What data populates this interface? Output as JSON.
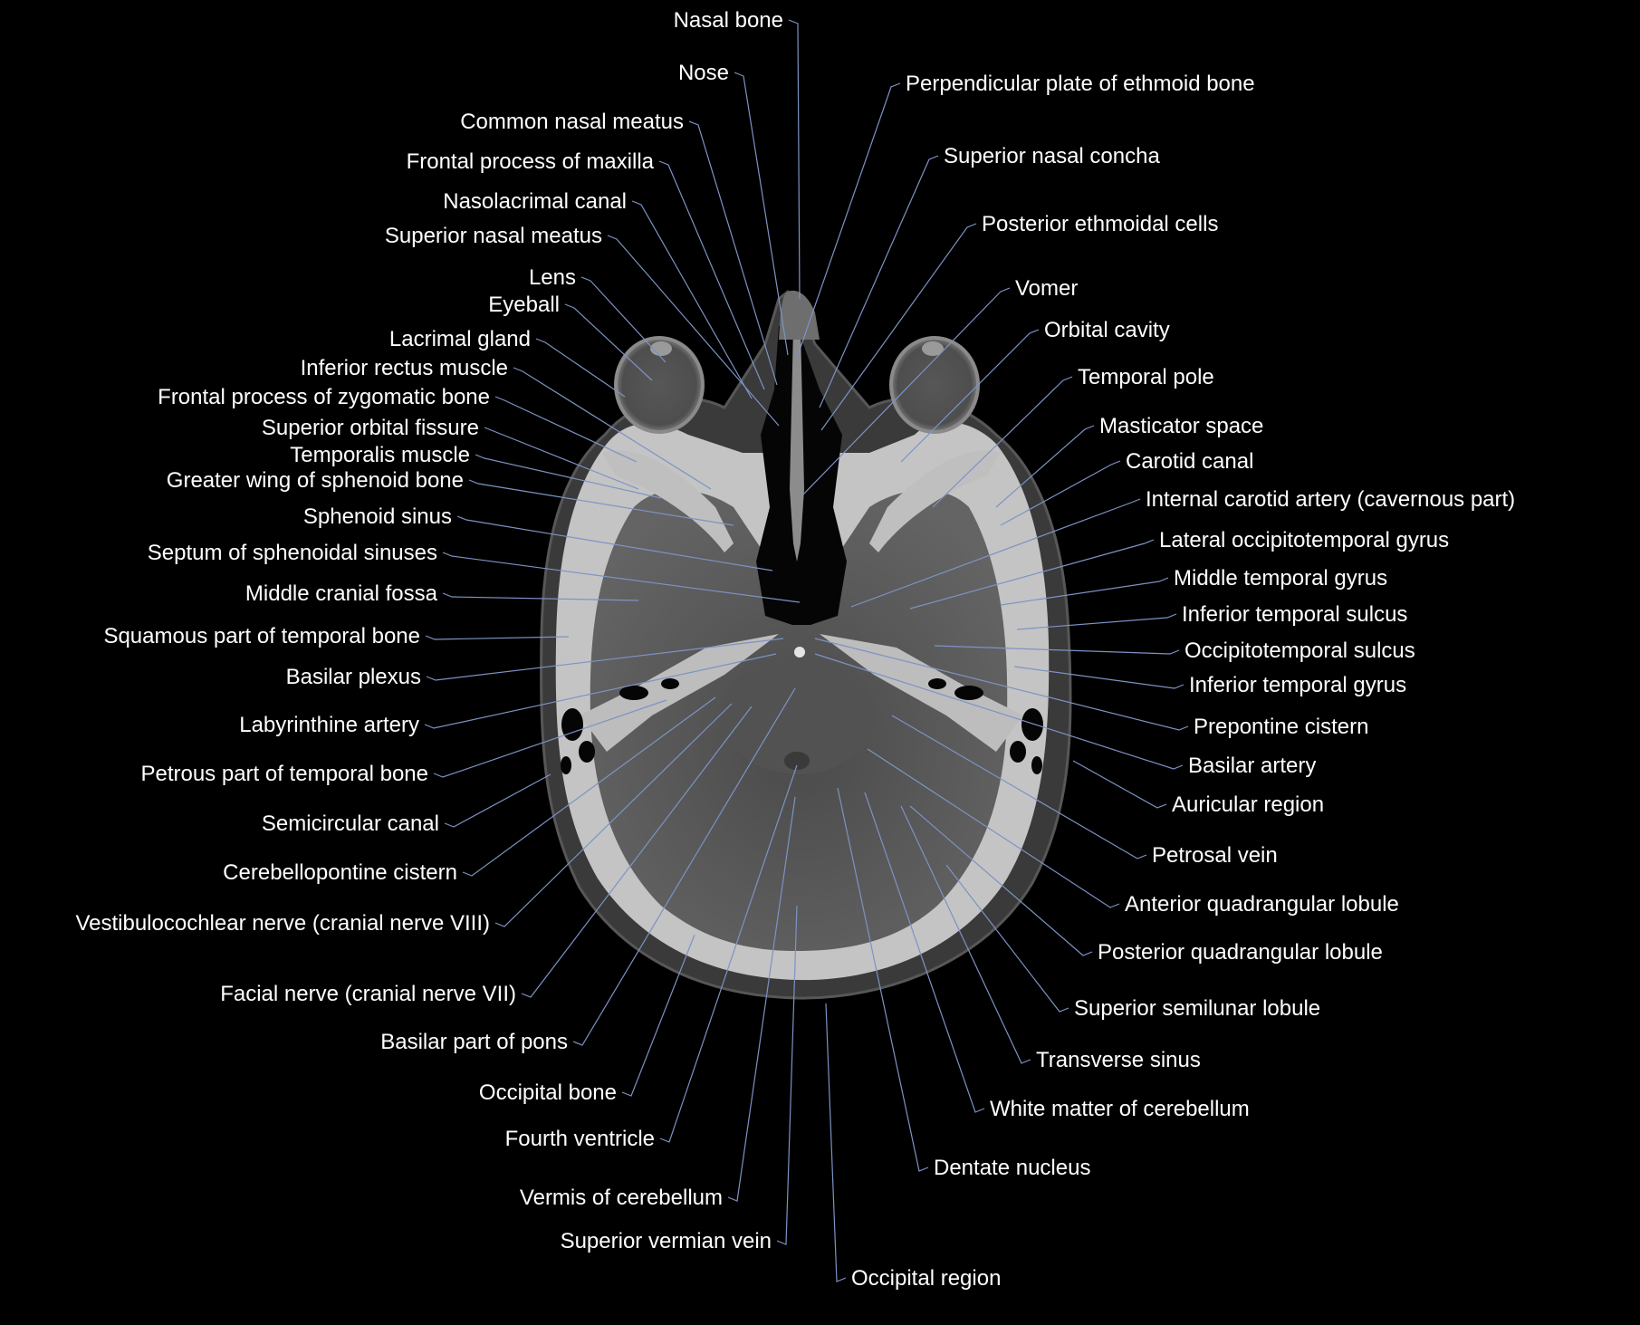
{
  "figure": {
    "modality": "CT, axial section",
    "colors": {
      "background": "#000000",
      "label_text": "#ffffff",
      "leader_line": "#7d93c4"
    }
  },
  "labels_left": [
    "Nasal bone",
    "Nose",
    "Common nasal meatus",
    "Frontal process of maxilla",
    "Nasolacrimal canal",
    "Superior nasal meatus",
    "Lens",
    "Eyeball",
    "Lacrimal gland",
    "Inferior rectus muscle",
    "Frontal process of zygomatic bone",
    "Superior orbital fissure",
    "Temporalis muscle",
    "Greater wing of sphenoid bone",
    "Sphenoid sinus",
    "Septum of sphenoidal sinuses",
    "Middle cranial fossa",
    "Squamous part of temporal bone",
    "Basilar plexus",
    "Labyrinthine artery",
    "Petrous part of temporal bone",
    "Semicircular canal",
    "Cerebellopontine cistern",
    "Vestibulocochlear nerve (cranial nerve VIII)",
    "Facial nerve (cranial nerve VII)",
    "Basilar part of pons",
    "Occipital bone",
    "Fourth ventricle",
    "Vermis of cerebellum",
    "Superior vermian vein"
  ],
  "labels_right": [
    "Perpendicular plate of ethmoid bone",
    "Superior nasal concha",
    "Posterior ethmoidal cells",
    "Vomer",
    "Orbital cavity",
    "Temporal pole",
    "Masticator space",
    "Carotid canal",
    "Internal carotid artery (cavernous part)",
    "Lateral occipitotemporal gyrus",
    "Middle temporal gyrus",
    "Inferior temporal sulcus",
    "Occipitotemporal sulcus",
    "Inferior temporal gyrus",
    "Prepontine cistern",
    "Basilar artery",
    "Auricular region",
    "Petrosal vein",
    "Anterior quadrangular lobule",
    "Posterior quadrangular lobule",
    "Superior semilunar lobule",
    "Transverse sinus",
    "White matter of cerebellum",
    "Dentate nucleus",
    "Occipital region"
  ]
}
